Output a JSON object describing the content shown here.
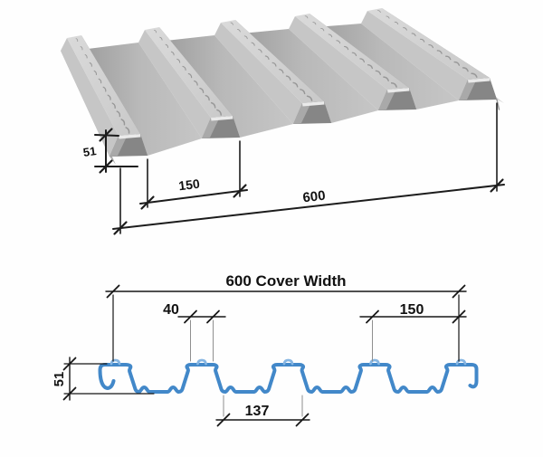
{
  "figure": {
    "description": "Composite steel floor deck profile drawing",
    "top_view": {
      "dim_depth": "51",
      "dim_pitch": "150",
      "dim_width": "600"
    },
    "profile_view": {
      "dim_cover_width": "600 Cover Width",
      "dim_rib_top": "40",
      "dim_pitch": "150",
      "dim_depth": "51",
      "dim_pan": "137"
    },
    "colors": {
      "profile_blue": "#4288c9",
      "profile_blue_light": "#85b5e2",
      "dim_line": "#1c1c1c",
      "ext_line": "#8f8f8f",
      "metal_flange": "#d1d1d1",
      "metal_web_light": "#c6c6c6",
      "metal_web_shadow": "#8d8d8d",
      "metal_pan_light": "#c2c2c2",
      "metal_pan_dark": "#a0a0a0",
      "metal_opening": "#868686",
      "metal_edge": "#d9d9d9",
      "dimple": "#979797"
    }
  }
}
